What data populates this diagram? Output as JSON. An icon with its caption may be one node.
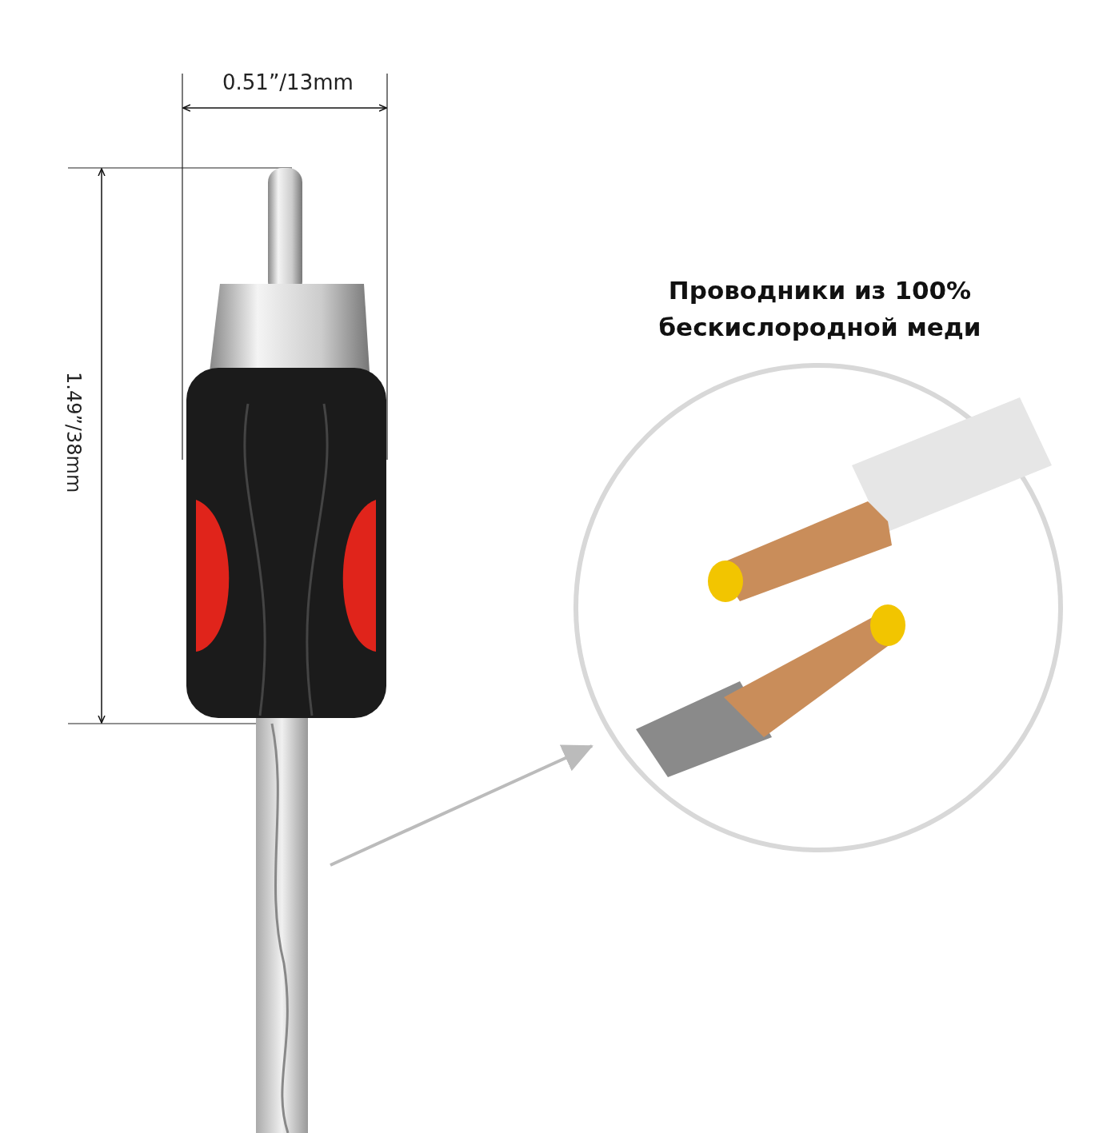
{
  "diagram": {
    "nodes": [
      {
        "text": [],
        "shape": "picture"
      },
      {
        "text": [
          "Проводники из 100% бескислородной меди"
        ]
      }
    ],
    "edges": [
      {
        "from": 0,
        "to": 1,
        "arrow": "to"
      }
    ],
    "labels": [
      "0.51”/13mm",
      "1.49”/38mm"
    ]
  }
}
